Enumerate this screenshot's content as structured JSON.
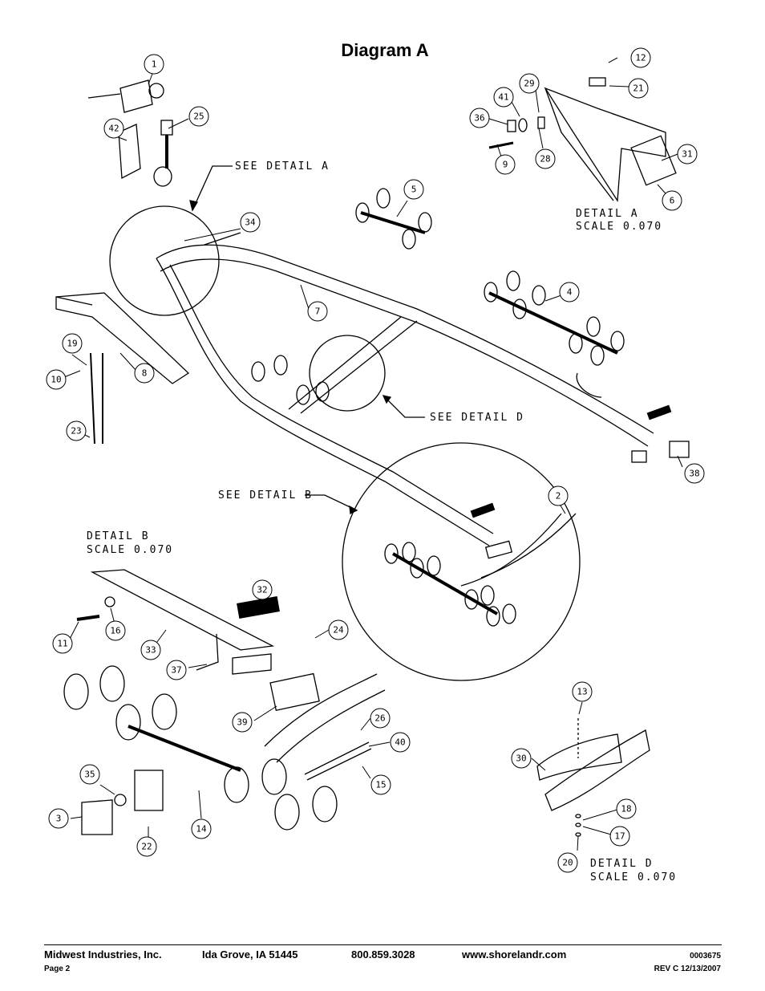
{
  "title": "Diagram A",
  "callouts": [
    "1",
    "2",
    "3",
    "4",
    "5",
    "6",
    "7",
    "8",
    "9",
    "10",
    "11",
    "12",
    "13",
    "14",
    "15",
    "16",
    "17",
    "18",
    "19",
    "20",
    "21",
    "22",
    "23",
    "24",
    "25",
    "26",
    "28",
    "29",
    "30",
    "31",
    "32",
    "33",
    "34",
    "35",
    "36",
    "37",
    "38",
    "39",
    "40",
    "41",
    "42"
  ],
  "detail_refs": {
    "see_a": "SEE DETAIL A",
    "see_b": "SEE DETAIL B",
    "see_d": "SEE DETAIL D"
  },
  "detail_titles": {
    "a": "DETAIL A",
    "a_scale": "SCALE 0.070",
    "b": "DETAIL B",
    "b_scale": "SCALE 0.070",
    "d": "DETAIL D",
    "d_scale": "SCALE 0.070"
  },
  "footer": {
    "company": "Midwest Industries, Inc.",
    "city": "Ida Grove, IA  51445",
    "phone": "800.859.3028",
    "website": "www.shorelandr.com",
    "doc_number": "0003675",
    "page": "Page 2",
    "revision": "REV C  12/13/2007"
  }
}
